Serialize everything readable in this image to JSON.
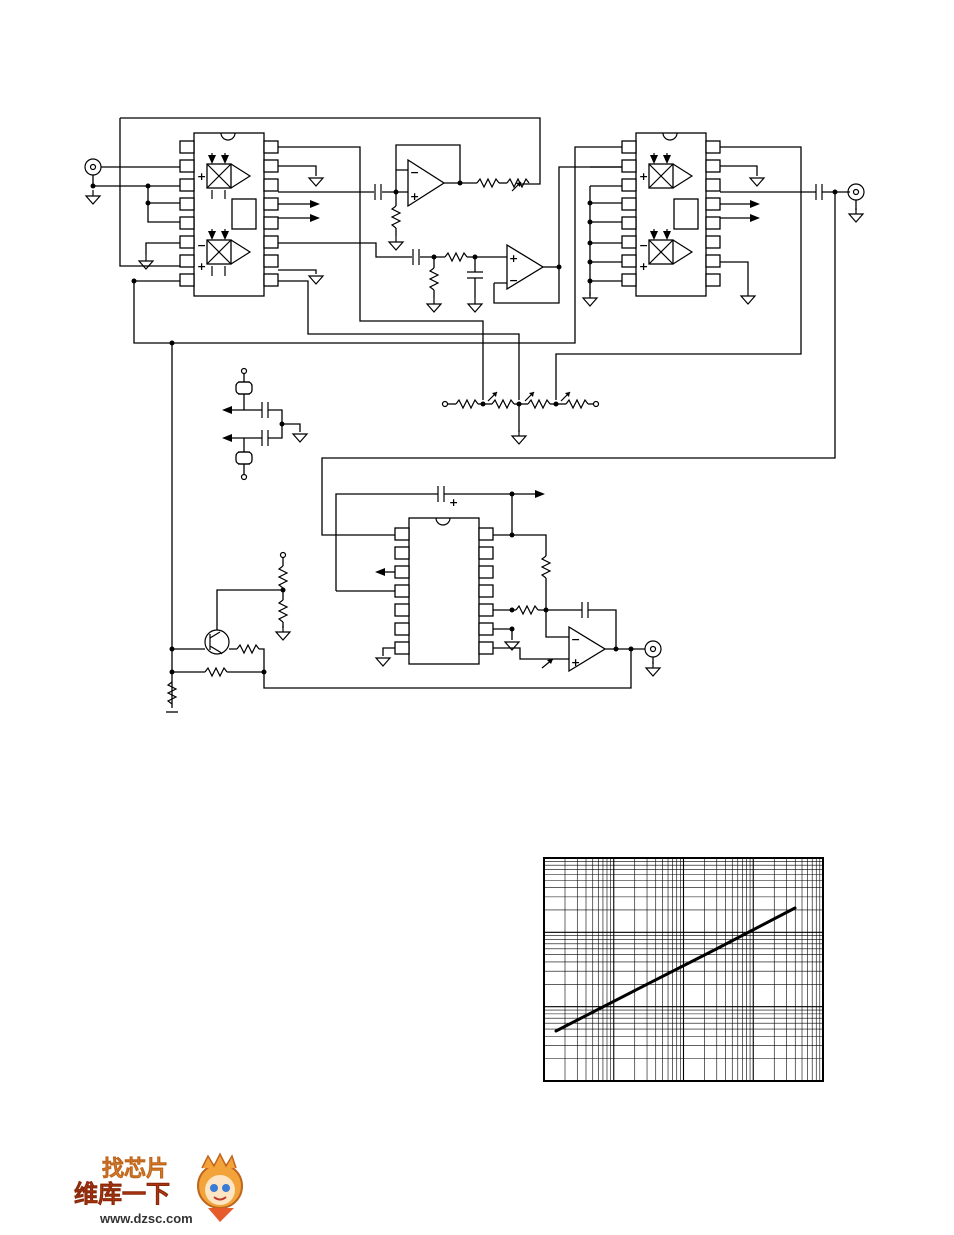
{
  "watermark": {
    "brand_top": "找芯片",
    "brand_bottom": "维库一下",
    "url": "www.dzsc.com"
  },
  "chart_data": {
    "type": "line",
    "title": "",
    "xlabel": "",
    "ylabel": "",
    "x_scale": "log",
    "y_scale": "log",
    "grid": true,
    "legend": "none",
    "series": [
      {
        "x": [
          1,
          10,
          100,
          1000
        ],
        "y": [
          1,
          4.2,
          17.5,
          75
        ]
      }
    ]
  }
}
